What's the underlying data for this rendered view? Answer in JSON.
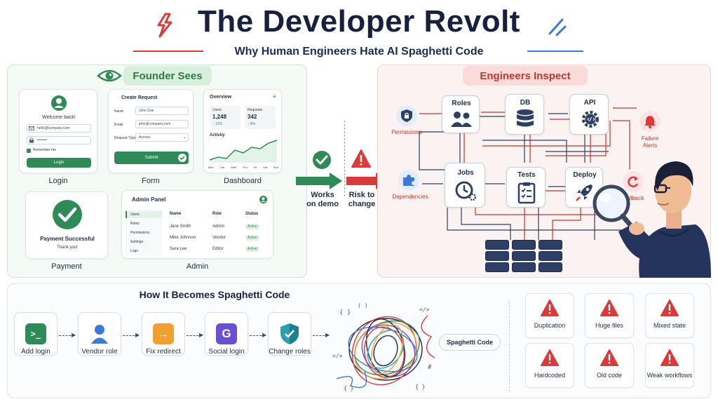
{
  "header": {
    "title": "The Developer Revolt",
    "subtitle": "Why Human Engineers Hate AI Spaghetti Code"
  },
  "founder": {
    "pill": "Founder Sees",
    "login": {
      "welcome": "Welcome back!",
      "email": "hello@company.com",
      "password": "••••••••",
      "remember": "Remember me",
      "button": "Login",
      "caption": "Login"
    },
    "form": {
      "title": "Create Request",
      "name_label": "Name",
      "name_value": "John Doe",
      "email_label": "Email",
      "email_value": "john@company.com",
      "type_label": "Request Type",
      "type_value": "Access",
      "button": "Submit",
      "caption": "Form"
    },
    "dashboard": {
      "title": "Overview",
      "users_label": "Users",
      "users_value": "1,248",
      "users_change": "↑ 12%",
      "requests_label": "Requests",
      "requests_value": "342",
      "requests_change": "↑ 8%",
      "activity": "Activity",
      "days": [
        "Mon",
        "Tue",
        "Wed",
        "Thu",
        "Fri",
        "Sat",
        "Sun"
      ],
      "caption": "Dashboard"
    },
    "payment": {
      "message": "Payment Successful",
      "thanks": "Thank you!",
      "caption": "Payment"
    },
    "admin": {
      "title": "Admin Panel",
      "nav": [
        "Users",
        "Roles",
        "Permissions",
        "Settings",
        "Logs"
      ],
      "headers": [
        "Name",
        "Role",
        "Status"
      ],
      "rows": [
        {
          "name": "Jane Smith",
          "role": "Admin",
          "status": "Active"
        },
        {
          "name": "Mike Johnson",
          "role": "Vendor",
          "status": "Active"
        },
        {
          "name": "Sara Lee",
          "role": "Editor",
          "status": "Active"
        }
      ],
      "caption": "Admin"
    }
  },
  "transition": {
    "works": "Works\non demo",
    "risk": "Risk to\nchange"
  },
  "engineers": {
    "pill": "Engineers Inspect",
    "nodes": {
      "roles": "Roles",
      "db": "DB",
      "api": "API",
      "jobs": "Jobs",
      "tests": "Tests",
      "deploy": "Deploy"
    },
    "sides": {
      "permissions": "Permissions",
      "dependencies": "Dependencies",
      "failure": "Failure\nAlerts",
      "rollback": "Rollback"
    }
  },
  "spaghetti": {
    "title": "How It Becomes Spaghetti Code",
    "steps": [
      {
        "label": "Add login",
        "icon": "terminal-icon",
        "color": "#2e8b57"
      },
      {
        "label": "Vendor role",
        "icon": "user-icon",
        "color": "#3a7bd5"
      },
      {
        "label": "Fix redirect",
        "icon": "arrow-right-icon",
        "color": "#f0a030"
      },
      {
        "label": "Social login",
        "icon": "google-icon",
        "color": "#6a4fd0"
      },
      {
        "label": "Change roles",
        "icon": "shield-icon",
        "color": "#2aa0b0"
      }
    ],
    "pill": "Spaghetti Code",
    "issues": [
      "Duplication",
      "Huge files",
      "Mixed state",
      "Hardcoded",
      "Old code",
      "Weak workflows"
    ]
  },
  "colors": {
    "green": "#2e8b57",
    "red": "#d93a3a",
    "navy": "#17213f",
    "blue": "#3a7bd5"
  }
}
